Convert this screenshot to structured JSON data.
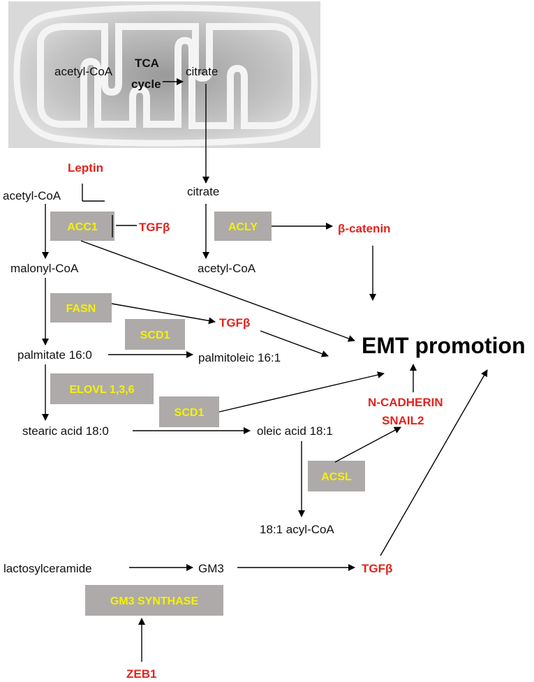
{
  "mitochondrion": {
    "source": "acetyl-CoA",
    "process_line1": "TCA",
    "process_line2": "cycle",
    "product": "citrate"
  },
  "metabolites": {
    "acetyl_coa_1": "acetyl-CoA",
    "malonyl_coa": "malonyl-CoA",
    "palmitate": "palmitate 16:0",
    "palmitoleic": "palmitoleic 16:1",
    "stearic": "stearic acid 18:0",
    "oleic": "oleic acid 18:1",
    "acyl_coa": "18:1 acyl-CoA",
    "citrate": "citrate",
    "acetyl_coa_2": "acetyl-CoA",
    "lactosylceramide": "lactosylceramide",
    "gm3": "GM3"
  },
  "enzymes": {
    "acc1": "ACC1",
    "acly": "ACLY",
    "fasn": "FASN",
    "scd1_a": "SCD1",
    "elovl": "ELOVL 1,3,6",
    "scd1_b": "SCD1",
    "acsl": "ACSL",
    "gm3_synthase": "GM3 SYNTHASE"
  },
  "regulators": {
    "leptin": "Leptin",
    "tgfb_1": "TGFβ",
    "beta_catenin": "β-catenin",
    "tgfb_2": "TGFβ",
    "n_cadherin": "N-CADHERIN",
    "snail2": "SNAIL2",
    "tgfb_3": "TGFβ",
    "zeb1": "ZEB1"
  },
  "outcome": "EMT promotion",
  "colors": {
    "regulator": "#e3231c",
    "enzyme_text": "#f5f300",
    "enzyme_box": "#aeaaa9",
    "mitochondrion": "#d9d9d9"
  }
}
